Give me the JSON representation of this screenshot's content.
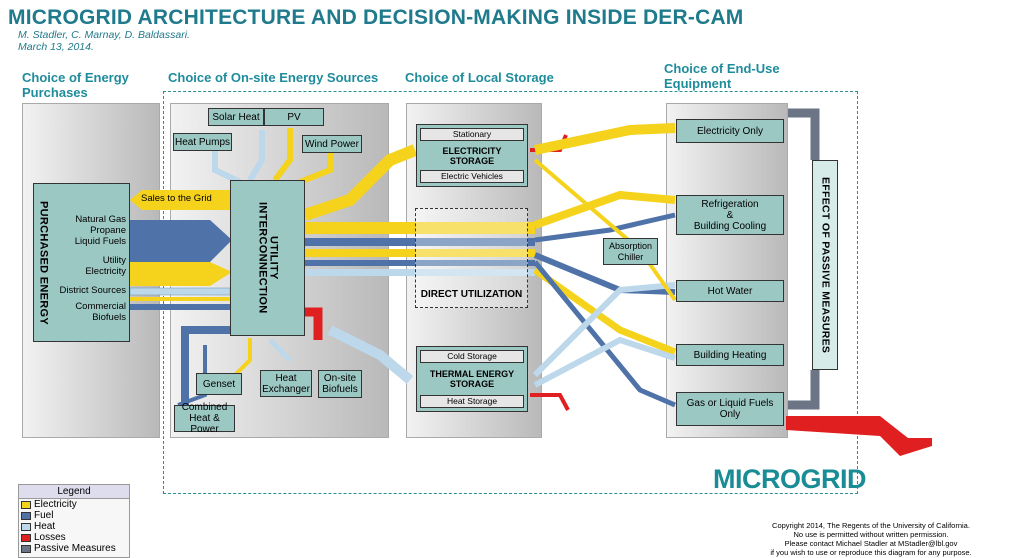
{
  "header": {
    "title": "MICROGRID ARCHITECTURE AND DECISION-MAKING INSIDE DER-CAM",
    "authors": "M. Stadler, C. Marnay, D. Baldassari.",
    "date": "March 13, 2014."
  },
  "columns": {
    "energy_purchases": "Choice of Energy Purchases",
    "onsite_sources": "Choice of On-site Energy Sources",
    "local_storage": "Choice of Local Storage",
    "end_use": "Choice of End-Use Equipment"
  },
  "purchased": {
    "label": "PURCHASED ENERGY",
    "natural_gas": "Natural Gas",
    "propane": "Propane",
    "liquid_fuels": "Liquid Fuels",
    "utility": "Utility",
    "electricity": "Electricity",
    "district": "District Sources",
    "commercial": "Commercial",
    "biofuels": "Biofuels"
  },
  "sales_to_grid": "Sales to the Grid",
  "utility_interconnection": "UTILITY INTERCONNECTION",
  "sources": {
    "solar_heat": "Solar Heat",
    "pv": "PV",
    "heat_pumps": "Heat Pumps",
    "wind_power": "Wind Power",
    "genset": "Genset",
    "heat_exchanger_1": "Heat",
    "heat_exchanger_2": "Exchanger",
    "onsite_biofuels_1": "On-site",
    "onsite_biofuels_2": "Biofuels",
    "chp_1": "Combined",
    "chp_2": "Heat & Power"
  },
  "storage": {
    "stationary": "Stationary",
    "electricity_storage_1": "ELECTRICITY",
    "electricity_storage_2": "STORAGE",
    "electric_vehicles": "Electric Vehicles",
    "direct_utilization": "DIRECT UTILIZATION",
    "cold_storage": "Cold Storage",
    "thermal_storage_1": "THERMAL ENERGY",
    "thermal_storage_2": "STORAGE",
    "heat_storage": "Heat Storage"
  },
  "absorption_chiller_1": "Absorption",
  "absorption_chiller_2": "Chiller",
  "end_use": {
    "electricity_only": "Electricity Only",
    "refrigeration_1": "Refrigeration",
    "refrigeration_2": "&",
    "refrigeration_3": "Building Cooling",
    "hot_water": "Hot Water",
    "building_heating": "Building Heating",
    "gas_only_1": "Gas or Liquid Fuels",
    "gas_only_2": "Only"
  },
  "passive_measures": "EFFECT OF PASSIVE MEASURES",
  "microgrid_label": "MICROGRID",
  "legend": {
    "title": "Legend",
    "items": [
      {
        "label": "Electricity",
        "color": "#f5d21c"
      },
      {
        "label": "Fuel",
        "color": "#4f73a8"
      },
      {
        "label": "Heat",
        "color": "#bcd8ea"
      },
      {
        "label": "Losses",
        "color": "#e02020"
      },
      {
        "label": "Passive Measures",
        "color": "#6b7585"
      }
    ]
  },
  "copyright": {
    "line1": "Copyright 2014, The Regents of the University of California.",
    "line2": "No use is permitted without written permission.",
    "line3": "Please contact  Michael Stadler at MStadler@lbl.gov",
    "line4": "if you wish to use or reproduce this diagram for any purpose."
  }
}
